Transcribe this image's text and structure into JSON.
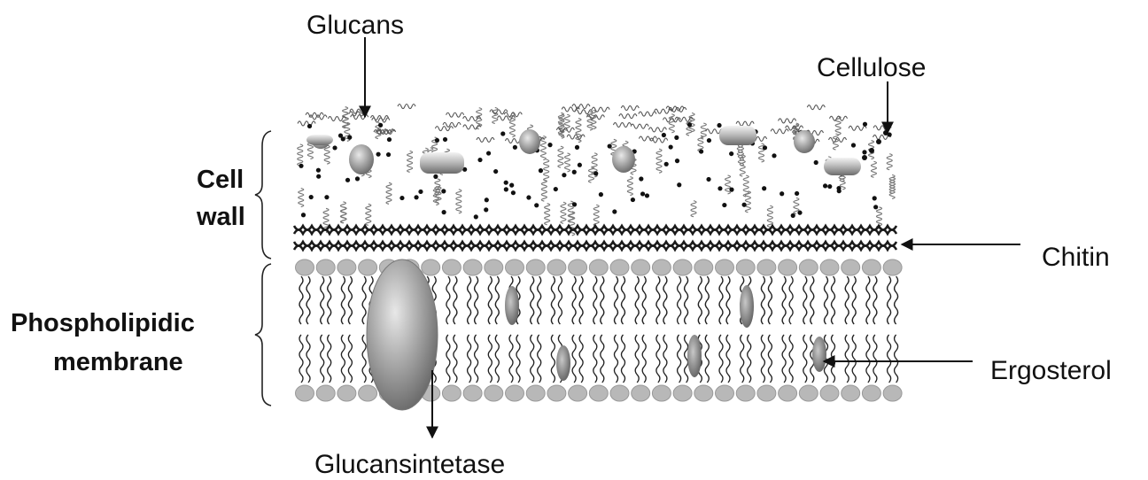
{
  "labels": {
    "glucans": "Glucans",
    "cellulose": "Cellulose",
    "chitin": "Chitin",
    "ergosterol": "Ergosterol",
    "glucansintetase": "Glucansintetase",
    "cell_wall_line1": "Cell",
    "cell_wall_line2": "wall",
    "membrane_line1": "Phospholipidic",
    "membrane_line2": "membrane"
  },
  "colors": {
    "ink": "#111111",
    "lipid_head": "#b8b8b8",
    "protein": "#8a8a8a",
    "chitin_band": "#1a1a1a",
    "glucan_strand": "#777777"
  },
  "icons": {
    "pointer": "arrow-icon"
  }
}
